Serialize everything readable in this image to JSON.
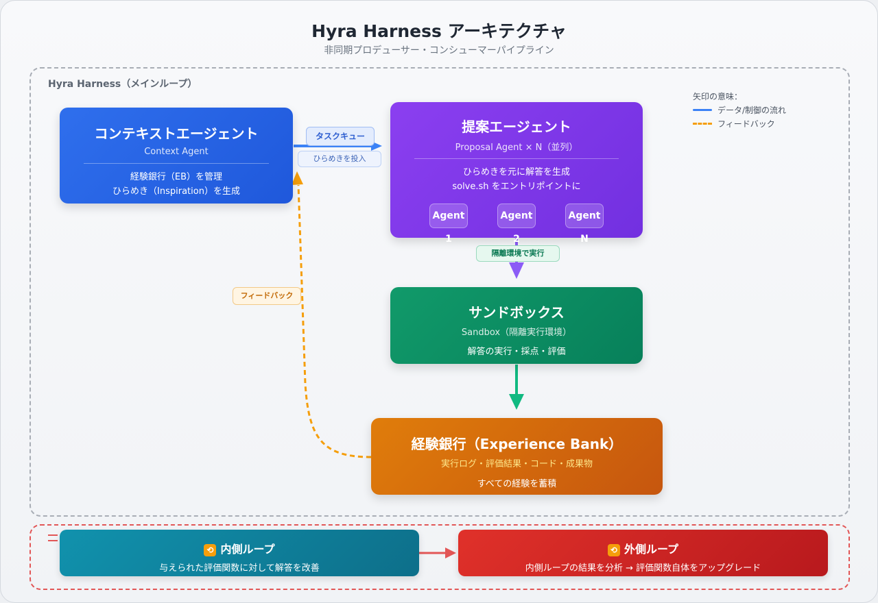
{
  "header": {
    "title": "Hyra Harness アーキテクチャ",
    "subtitle": "非同期プロデューサー・コンシューマーパイプライン"
  },
  "main_loop": {
    "label": "Hyra Harness（メインループ）"
  },
  "legend": {
    "title": "矢印の意味：",
    "data_flow": "データ/制御の流れ",
    "feedback": "フィードバック"
  },
  "context_agent": {
    "title": "コンテキストエージェント",
    "subtitle": "Context Agent",
    "line1": "経験銀行（EB）を管理",
    "line2": "ひらめき（Inspiration）を生成"
  },
  "proposal_agent": {
    "title": "提案エージェント",
    "subtitle": "Proposal Agent × N（並列）",
    "line1": "ひらめきを元に解答を生成",
    "line2": "solve.sh をエントリポイントに",
    "agents": [
      "Agent 1",
      "Agent 2",
      "Agent N"
    ]
  },
  "sandbox": {
    "title": "サンドボックス",
    "subtitle": "Sandbox（隔離実行環境）",
    "line1": "解答の実行・採点・評価"
  },
  "experience_bank": {
    "title": "経験銀行（Experience Bank）",
    "subtitle": "実行ログ・評価結果・コード・成果物",
    "line1": "すべての経験を蓄積"
  },
  "edge_labels": {
    "task_queue": "タスクキュー",
    "inject": "ひらめきを投入",
    "isolated_exec": "隔離環境で実行",
    "feedback": "フィードバック"
  },
  "loops": {
    "inner": {
      "icon": "🔁",
      "title": "内側ループ",
      "desc": "与えられた評価関数に対して解答を改善"
    },
    "outer": {
      "icon": "🔁",
      "title": "外側ループ",
      "desc": "内側ループの結果を分析 → 評価関数自体をアップグレード"
    }
  },
  "colors": {
    "data_flow": "#3b82f6",
    "feedback": "#f59e0b",
    "context": "#2563eb",
    "proposal": "#7c3aed",
    "sandbox": "#059669",
    "bank": "#d97706",
    "inner_loop": "#0e7490",
    "outer_loop": "#dc2626"
  }
}
